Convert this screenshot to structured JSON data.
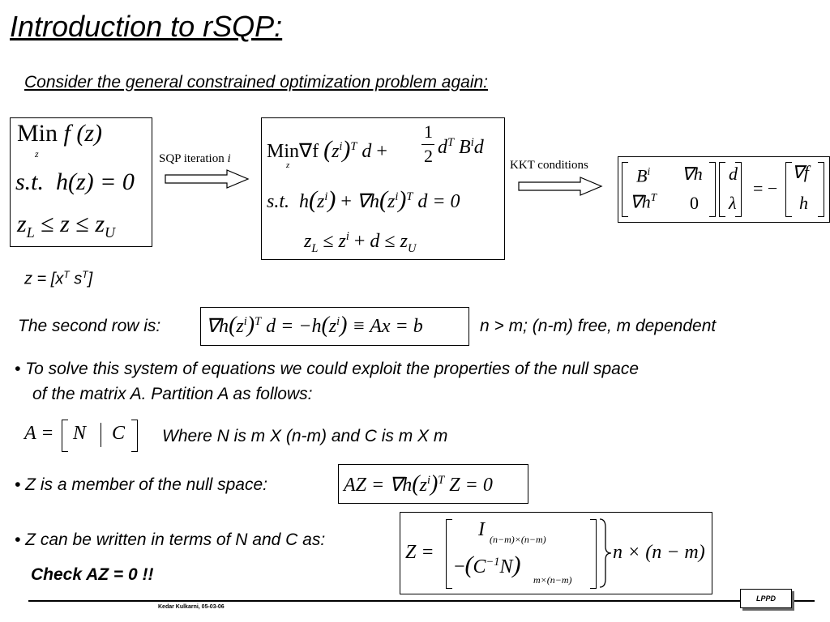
{
  "slide": {
    "title": "Introduction to rSQP:",
    "subtitle": "Consider the general constrained optimization problem again:"
  },
  "problem": {
    "min": "Min",
    "min_sub": "z",
    "objective": "f (z)",
    "st": "s.t.",
    "constraint": "h(z) = 0",
    "bounds_lo": "z",
    "bounds_lo_sub": "L",
    "leq": "≤",
    "z": "z",
    "bounds_hi": "z",
    "bounds_hi_sub": "U"
  },
  "sqp_arrow": {
    "label": "SQP iteration",
    "label_var": "i"
  },
  "qp": {
    "line1_prefix": "Min∇f",
    "line1_sub": "z",
    "zi": "z",
    "sup_i": "i",
    "sup_T": "T",
    "d": "d",
    "plus": "+",
    "half_num": "1",
    "half_den": "2",
    "dtb": "d",
    "B": "B",
    "st": "s.t.",
    "h": "h",
    "nabla_h": "∇h",
    "eq0": "d = 0",
    "bounds": "z",
    "L": "L",
    "U": "U"
  },
  "kkt": {
    "label": "KKT conditions",
    "m11": "B",
    "m11_sup": "i",
    "m12": "∇h",
    "m21": "∇h",
    "m21_sup": "T",
    "m22": "0",
    "v1": "d",
    "v2": "λ",
    "eq": "= −",
    "r1": "∇f",
    "r2": "h"
  },
  "z_def": {
    "text": "z = [x",
    "sup1": "T",
    "mid": " s",
    "sup2": "T",
    "end": "]"
  },
  "second_row": {
    "label": "The second row is:",
    "eq_a": "∇h",
    "eq_b": "d = −h",
    "eq_c": "≡ Ax = b",
    "note": "n > m; (n-m) free, m dependent"
  },
  "bullet1": {
    "line1": "• To solve this system of equations we could exploit the properties of the null space",
    "line2": "of the matrix A. Partition A as follows:"
  },
  "partition": {
    "A_eq": "A =",
    "N": "N",
    "C": "C",
    "desc": "Where N is m X (n-m) and C is m X m"
  },
  "bullet2": {
    "text": "• Z is a member of the null space:",
    "eq_a": "AZ = ∇h",
    "eq_b": "Z = 0"
  },
  "bullet3": {
    "text": "• Z can be written in terms of N and C as:",
    "Z_eq": "Z =",
    "I": "I",
    "I_sub": "(n−m)×(n−m)",
    "neg": "−",
    "CN": "C",
    "CN_sup": "−1",
    "N": "N",
    "CN_sub": "m×(n−m)",
    "dims": "n × (n − m)"
  },
  "check": "Check AZ = 0 !!",
  "footer": {
    "author": "Kedar Kulkarni, 05-03-06",
    "badge": "LPPD"
  }
}
